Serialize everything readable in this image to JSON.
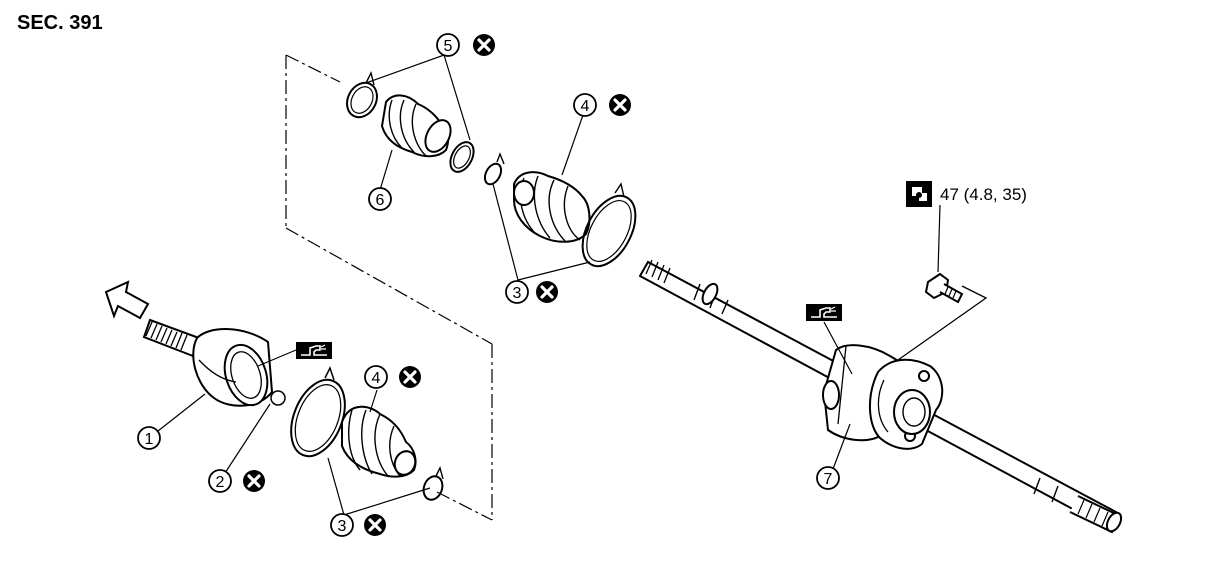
{
  "section": {
    "title": "SEC. 391"
  },
  "torque": {
    "value": "47 (4.8, 35)"
  },
  "parts": [
    {
      "id": "1",
      "replace": false
    },
    {
      "id": "2",
      "replace": true
    },
    {
      "id": "3",
      "replace": true
    },
    {
      "id": "3",
      "replace": true
    },
    {
      "id": "4",
      "replace": true
    },
    {
      "id": "4",
      "replace": true
    },
    {
      "id": "5",
      "replace": true
    },
    {
      "id": "6",
      "replace": false
    },
    {
      "id": "7",
      "replace": false
    }
  ],
  "icons": [
    "front-direction-arrow-icon",
    "grease-gun-icon",
    "torque-wrench-icon",
    "do-not-reuse-icon"
  ],
  "colors": {
    "line": "#000000",
    "background": "#ffffff"
  }
}
